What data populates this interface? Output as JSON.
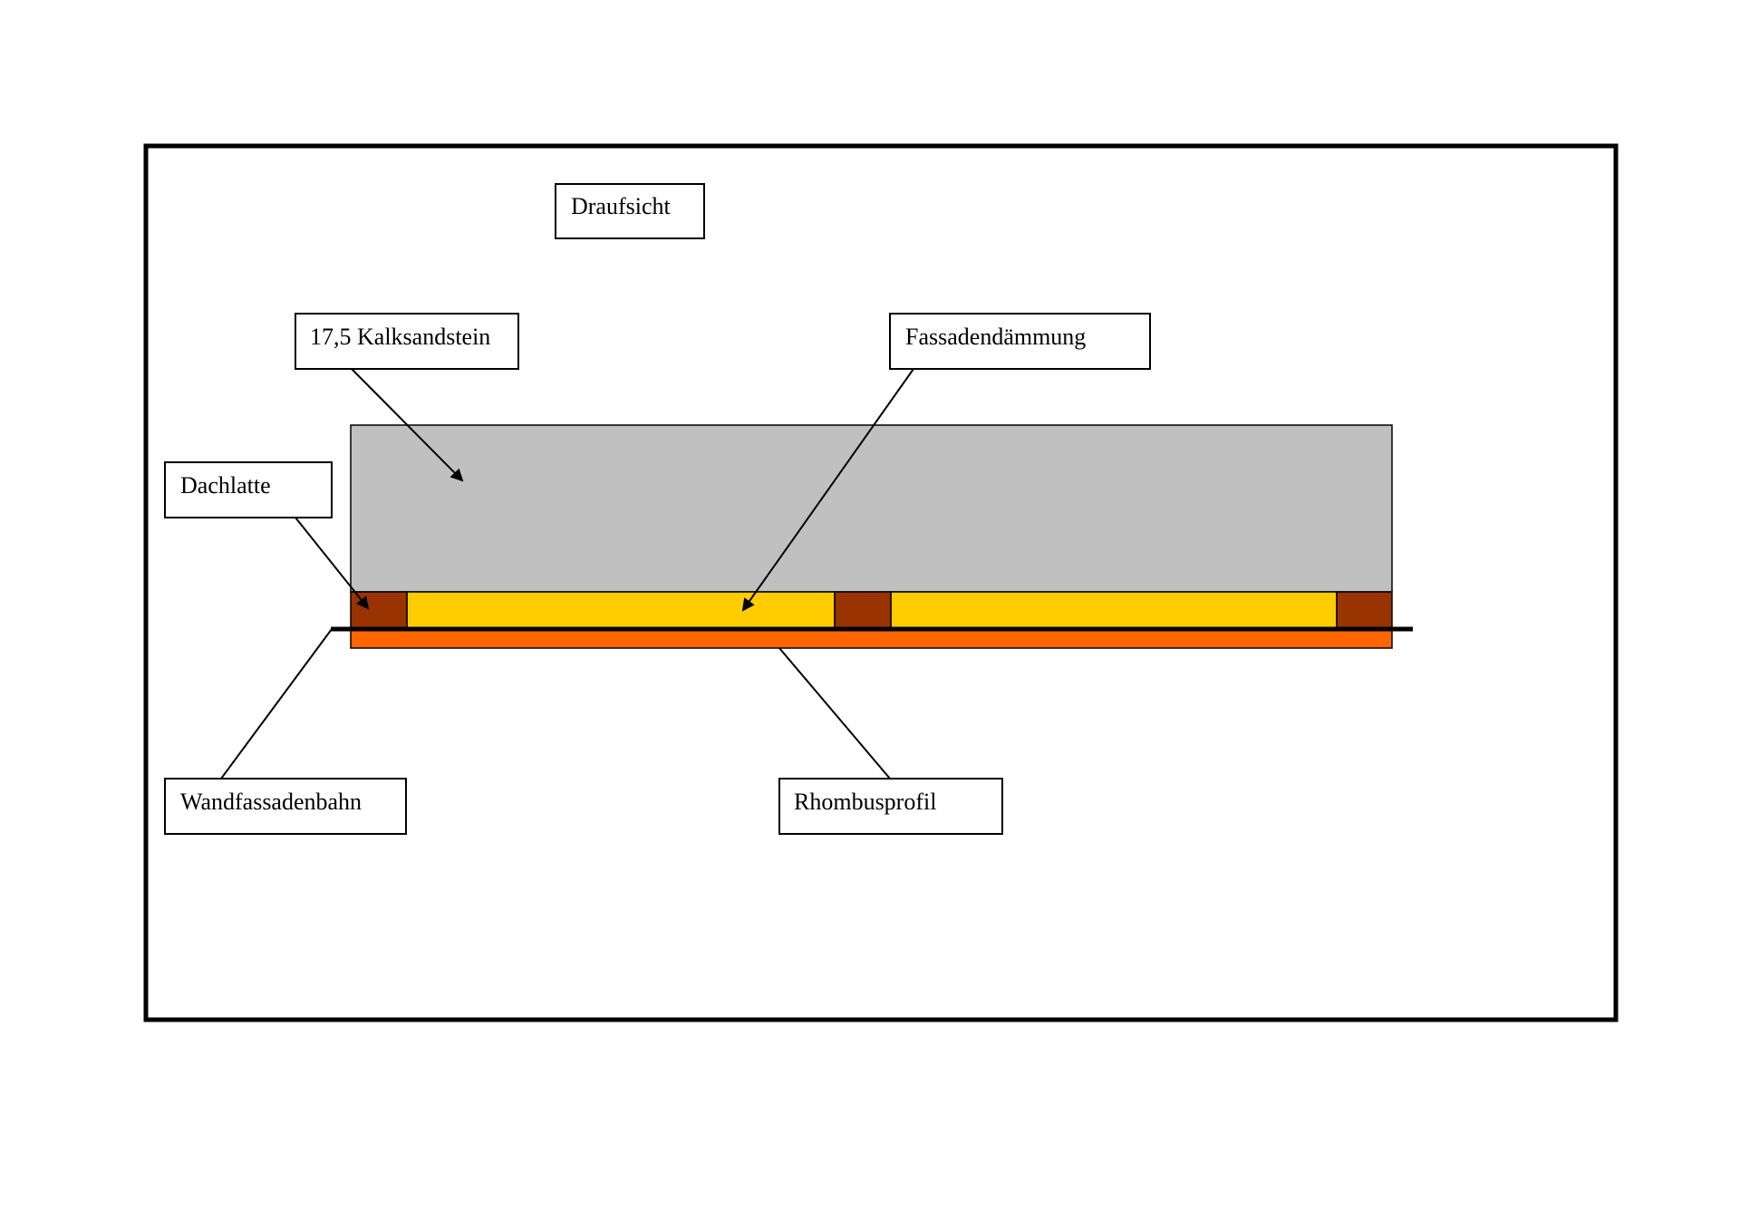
{
  "diagram": {
    "title": "Draufsicht",
    "colors": {
      "background": "#ffffff",
      "frame": "#000000",
      "kalksandstein": "#c0c0c0",
      "daemmung": "#ffcc00",
      "dachlatte": "#993300",
      "rhombusprofil": "#ff6600",
      "wandfassadenbahn": "#000000"
    },
    "labels": {
      "draufsicht": "Draufsicht",
      "kalksandstein": "17,5 Kalksandstein",
      "fassadendaemmung": "Fassadendämmung",
      "dachlatte": "Dachlatte",
      "wandfassadenbahn": "Wandfassadenbahn",
      "rhombusprofil": "Rhombusprofil"
    },
    "components": [
      {
        "name": "17,5 Kalksandstein",
        "material": "kalksandstein",
        "layer": "wall"
      },
      {
        "name": "Fassadendämmung",
        "material": "daemmung",
        "layer": "insulation",
        "count": 2
      },
      {
        "name": "Dachlatte",
        "material": "dachlatte",
        "layer": "insulation",
        "count": 3
      },
      {
        "name": "Wandfassadenbahn",
        "material": "wandfassadenbahn",
        "layer": "membrane"
      },
      {
        "name": "Rhombusprofil",
        "material": "rhombusprofil",
        "layer": "cladding"
      }
    ]
  }
}
